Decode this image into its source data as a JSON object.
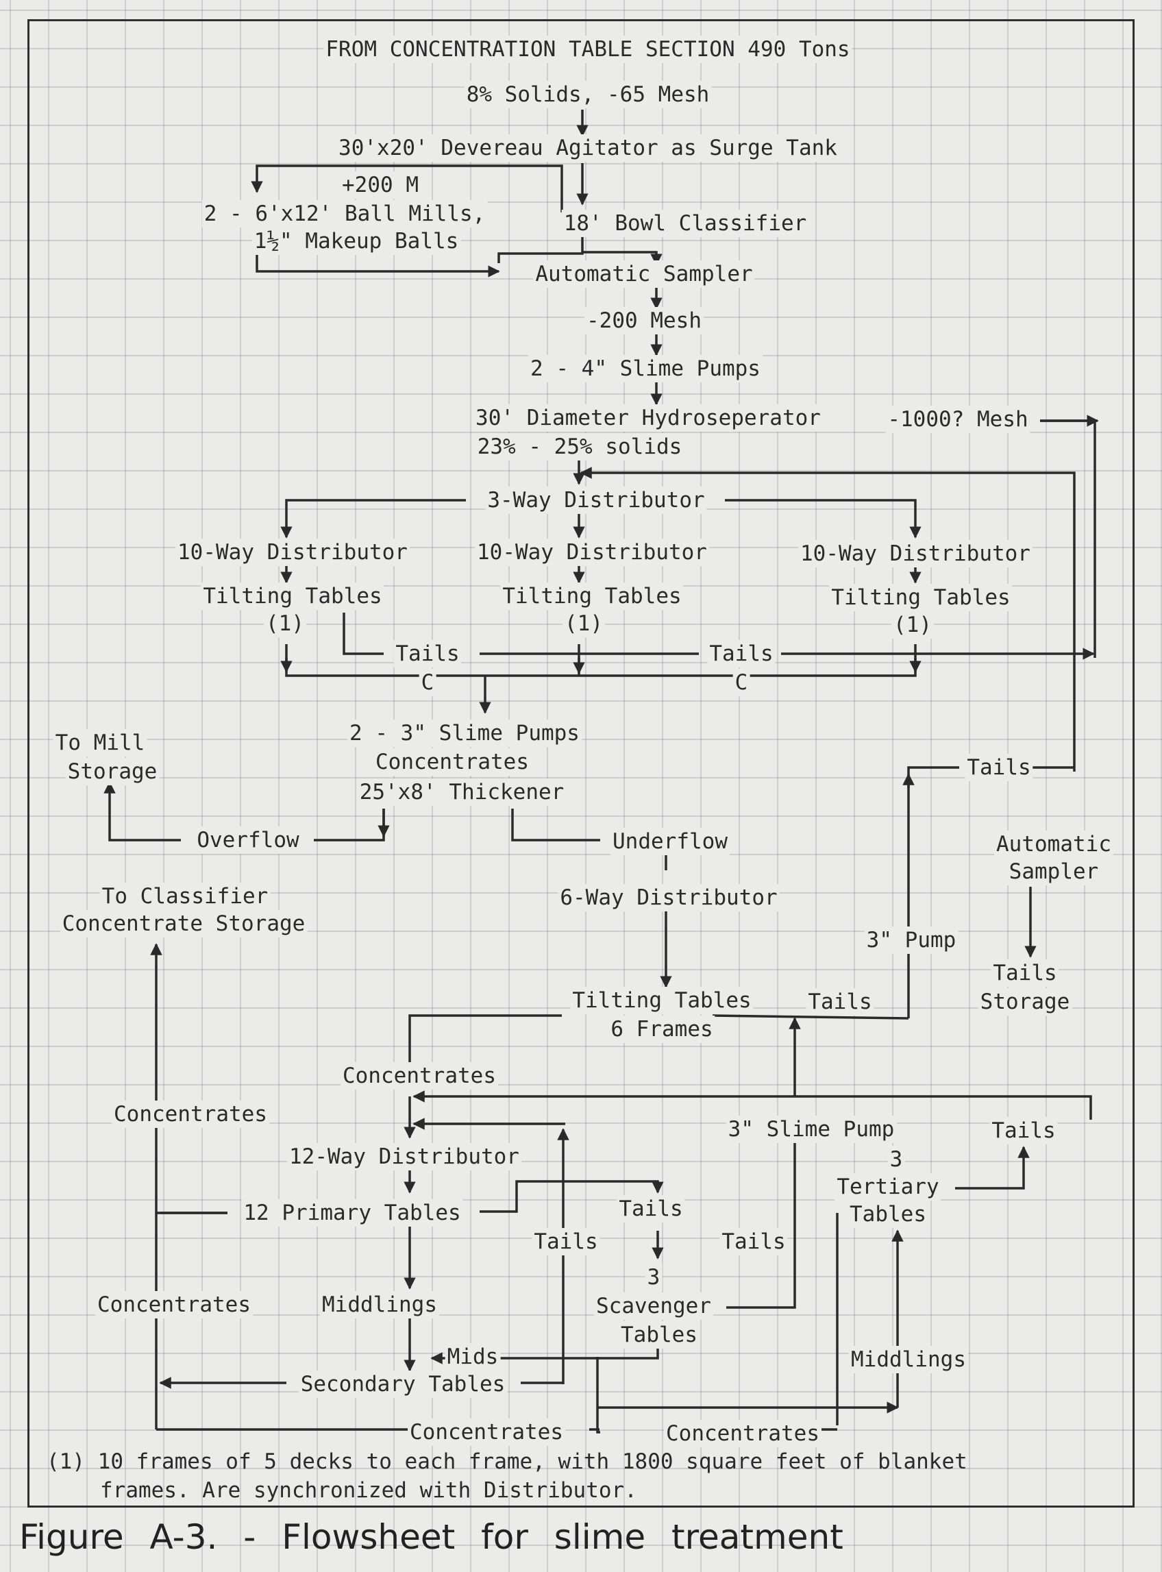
{
  "labels": {
    "feed_source": "FROM CONCENTRATION TABLE SECTION 490 Tons",
    "feed_spec": "8% Solids, -65 Mesh",
    "agitator": "30'x20' Devereau Agitator as Surge Tank",
    "plus200": "+200 M",
    "ball_mills": "2 - 6'x12' Ball Mills,",
    "makeup_balls": "1½\" Makeup Balls",
    "bowl_classifier": "18' Bowl Classifier",
    "sampler_top": "Automatic Sampler",
    "minus200": "-200 Mesh",
    "slime_pumps_4": "2 - 4\" Slime Pumps",
    "hydrosep": "30' Diameter Hydroseperator",
    "hydrosep_solids": "23% - 25% solids",
    "mesh_1000": "-1000? Mesh",
    "dist3": "3-Way Distributor",
    "dist10_a": "10-Way Distributor",
    "dist10_b": "10-Way Distributor",
    "dist10_c": "10-Way Distributor",
    "tilt_a": "Tilting Tables",
    "tilt_b": "Tilting Tables",
    "tilt_c": "Tilting Tables",
    "note_a": "(1)",
    "note_b": "(1)",
    "note_c": "(1)",
    "tails_a": "Tails",
    "tails_b": "Tails",
    "conc_c1": "C",
    "conc_c2": "C",
    "slime_pumps_3": "2 - 3\" Slime Pumps",
    "concentrates_mid": "Concentrates",
    "thickener": "25'x8' Thickener",
    "to_mill": "To Mill",
    "storage_mill": "Storage",
    "overflow": "Overflow",
    "underflow": "Underflow",
    "tails_right": "Tails",
    "auto_sampler_r1": "Automatic",
    "auto_sampler_r2": "Sampler",
    "to_classifier": "To Classifier",
    "conc_storage": "Concentrate Storage",
    "dist6": "6-Way Distributor",
    "pump3": "3\" Pump",
    "tails_storage1": "Tails",
    "tails_storage2": "Storage",
    "tilt6": "Tilting Tables",
    "frames6": "6 Frames",
    "tails_tilt6": "Tails",
    "conc_a": "Concentrates",
    "conc_left": "Concentrates",
    "slime_pump3": "3\" Slime Pump",
    "tails_tert": "Tails",
    "dist12": "12-Way Distributor",
    "num3_tert": "3",
    "tertiary": "Tertiary",
    "tertiary_tables": "Tables",
    "primary12": "12 Primary Tables",
    "tails_prim": "Tails",
    "tails_mid": "Tails",
    "tails_slime": "Tails",
    "num3_scav": "3",
    "conc_left2": "Concentrates",
    "middlings": "Middlings",
    "scavenger": "Scavenger",
    "scav_tables": "Tables",
    "middlings_r": "Middlings",
    "mids": "Mids",
    "secondary": "Secondary Tables",
    "conc_bot1": "Concentrates",
    "conc_bot2": "Concentrates"
  },
  "footnote": {
    "line1": "(1) 10 frames of 5 decks to each frame, with 1800 square feet of blanket",
    "line2": "frames. Are synchronized with Distributor."
  },
  "caption": "Figure A-3. - Flowsheet for slime treatment"
}
